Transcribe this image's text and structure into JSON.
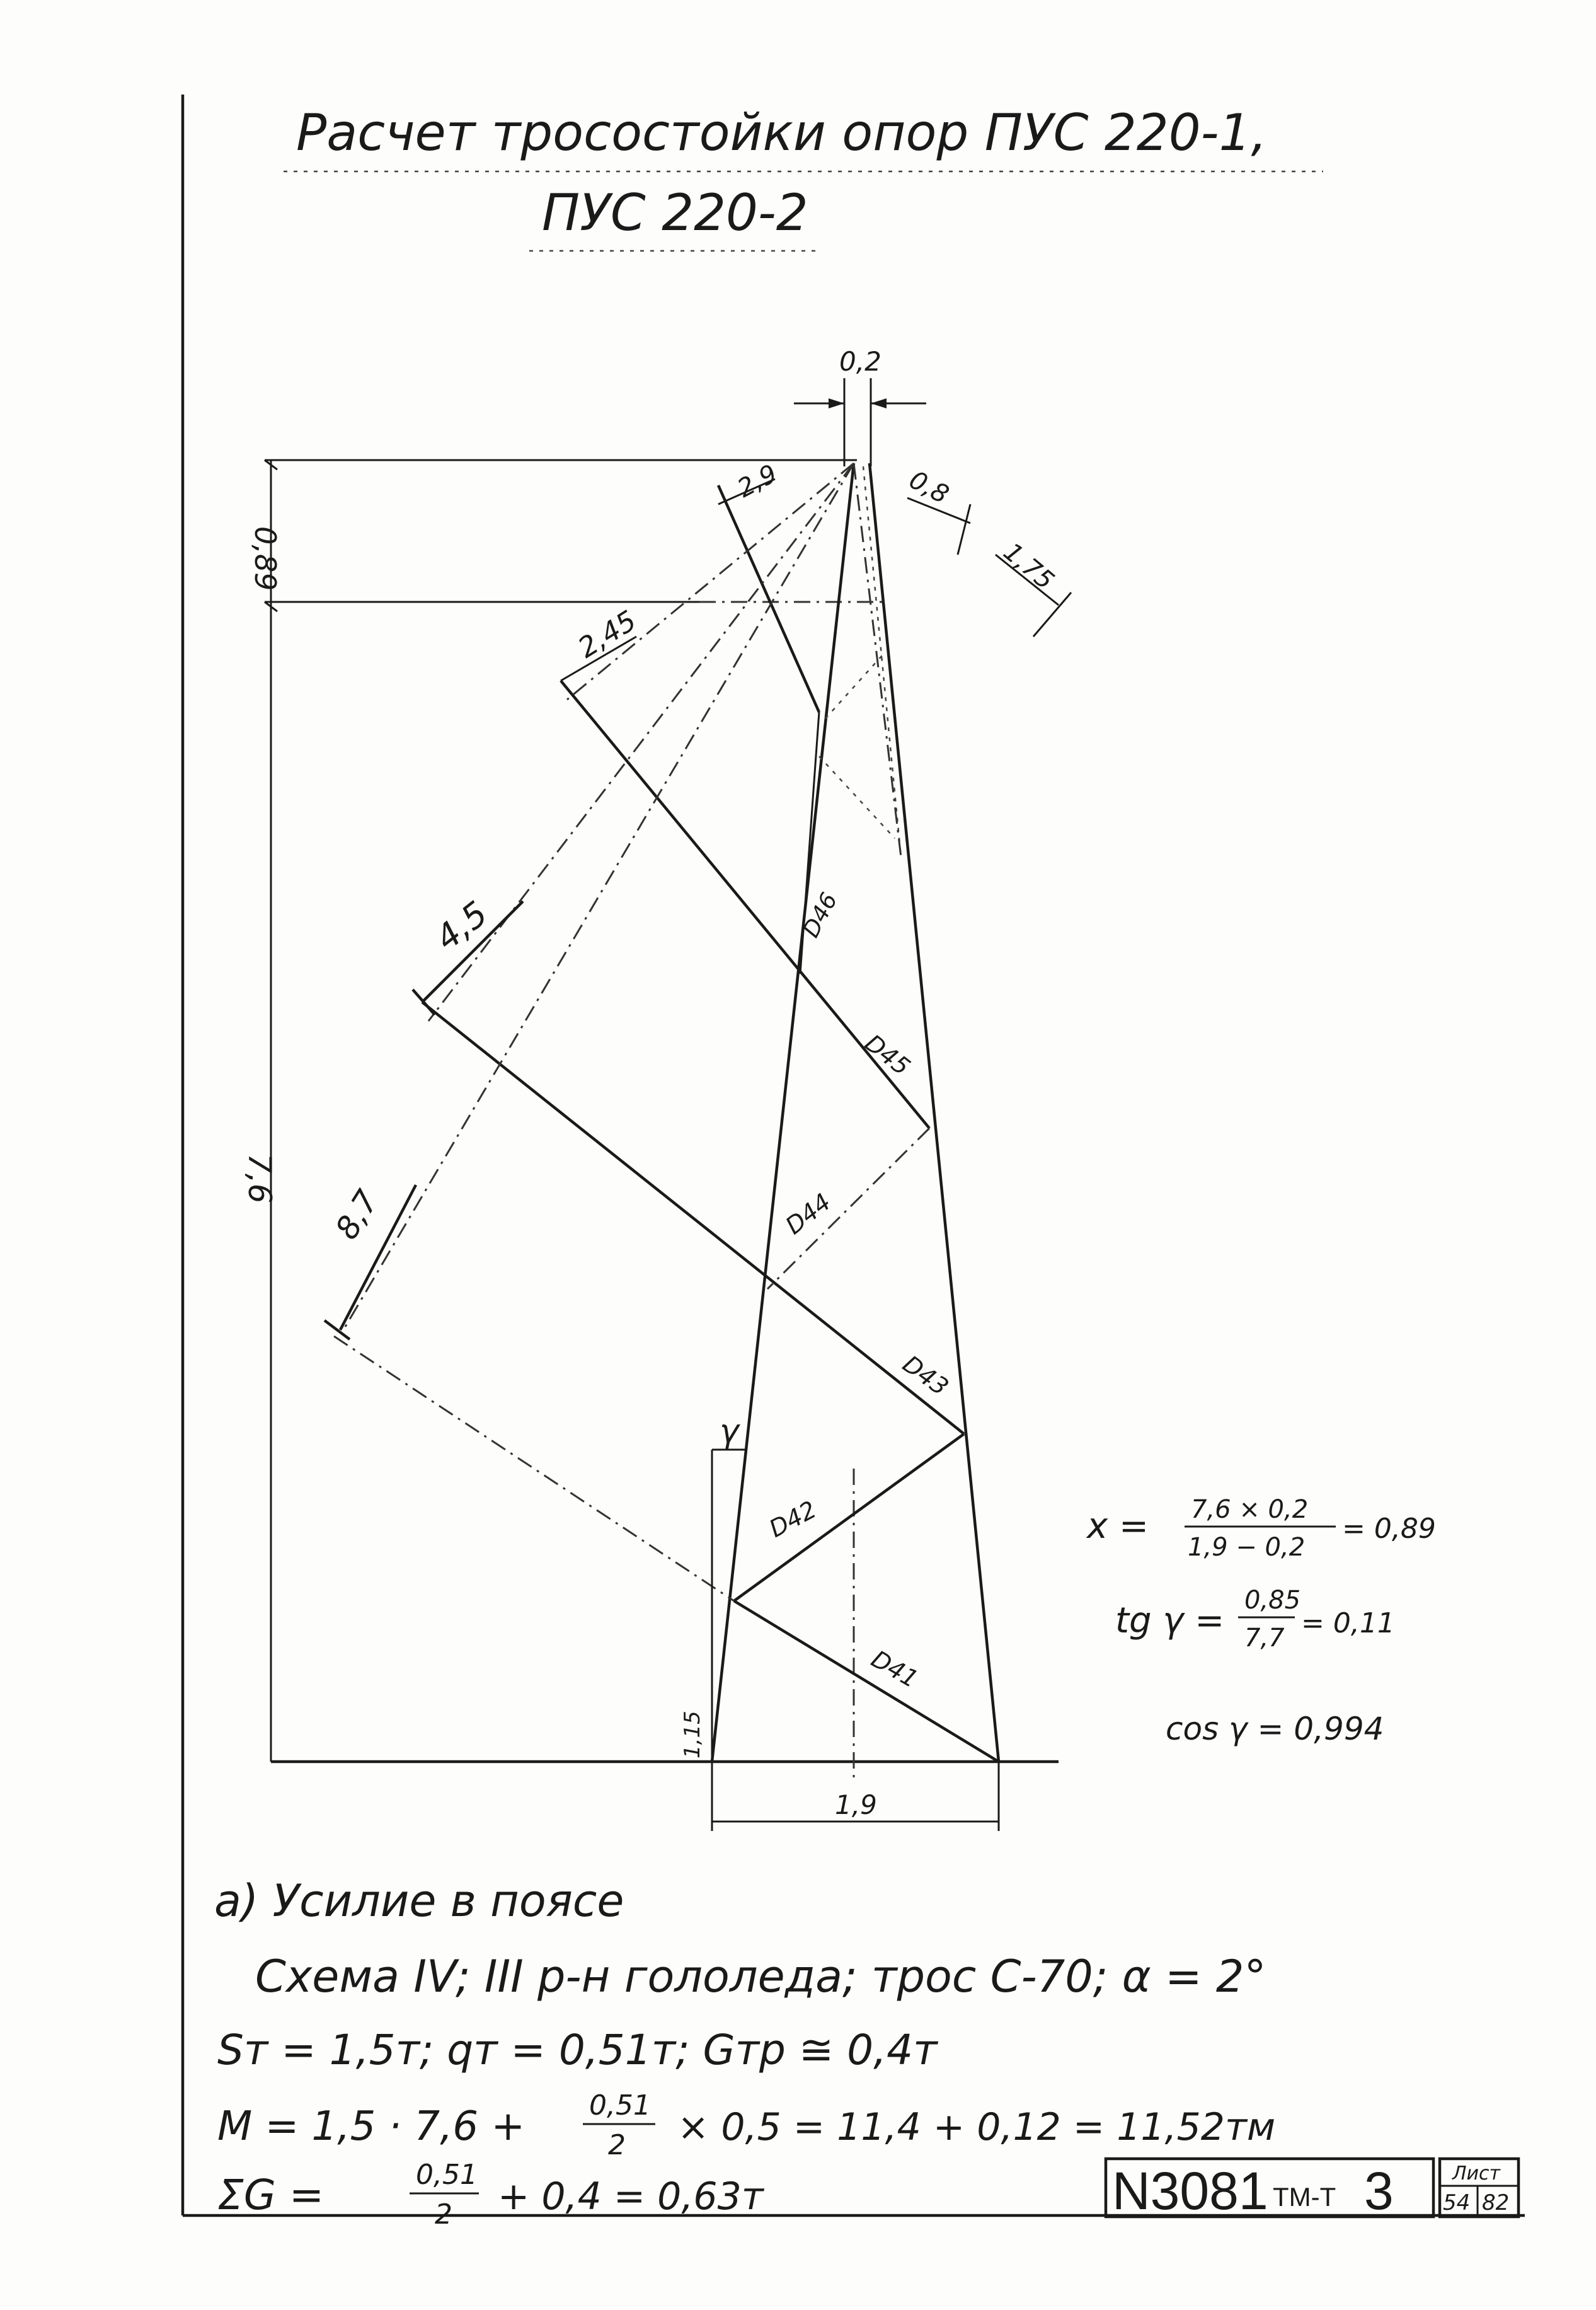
{
  "title": {
    "line1": "Расчет тросостойки опор ПУС 220-1,",
    "line2": "ПУС 220-2"
  },
  "drawing": {
    "dims": {
      "top_gap": "0,2",
      "top_height": "0,89",
      "total_height": "7,6",
      "arm_a": "2,9",
      "arm_b": "0,8",
      "arm_c": "1,75",
      "arm_d": "2,45",
      "arm_e": "4,5",
      "arm_f": "8,7",
      "base_width": "1,9",
      "foot": "1,15",
      "gamma": "γ"
    },
    "members": [
      "D46",
      "D45",
      "D44",
      "D43",
      "D42",
      "D41"
    ]
  },
  "formulas": {
    "x_lhs": "x =",
    "x_num": "7,6 × 0,2",
    "x_den": "1,9 − 0,2",
    "x_res": "= 0,89",
    "tg_lhs": "tg γ =",
    "tg_num": "0,85",
    "tg_den": "7,7",
    "tg_res": "= 0,11",
    "cos": "cos γ = 0,994"
  },
  "calc": {
    "heading": "а) Усилие в поясе",
    "scheme": "Схема IV; III р-н гололеда; трос С-70; α = 2°",
    "loads": "Sт = 1,5т; qт = 0,51т; Gтр ≅ 0,4т",
    "m_prefix": "M = 1,5 · 7,6 +",
    "m_num": "0,51",
    "m_den": "2",
    "m_suffix": "× 0,5 = 11,4 + 0,12 = 11,52тм",
    "g_prefix": "ΣG =",
    "g_num": "0,51",
    "g_den": "2",
    "g_suffix": "+ 0,4 = 0,63т"
  },
  "stamp": {
    "code": "N3081",
    "series": "ТМ-Т",
    "part": "3",
    "sheet_label": "Лист",
    "sheet_num": "54",
    "sheet_total": "82"
  }
}
